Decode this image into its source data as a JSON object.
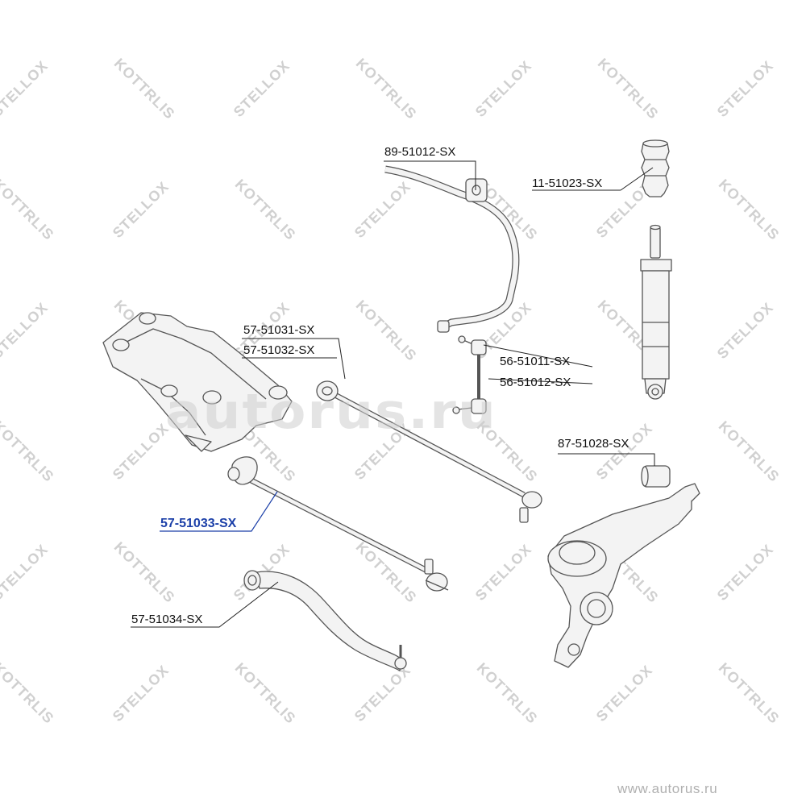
{
  "watermark": {
    "brand_a": "STELLOX",
    "brand_b": "KOTTRLIS",
    "overlay": "autorus.ru",
    "site": "www.autorus.ru"
  },
  "colors": {
    "highlight": "#1b3fa8",
    "part_fill": "#f2f2f2",
    "part_stroke": "#5a5a5a",
    "watermark": "#d0d0d0"
  },
  "labels": {
    "p_89_51012": "89-51012-SX",
    "p_11_51023": "11-51023-SX",
    "p_57_51031": "57-51031-SX",
    "p_57_51032": "57-51032-SX",
    "p_56_51011": "56-51011-SX",
    "p_56_51012": "56-51012-SX",
    "p_87_51028": "87-51028-SX",
    "p_57_51033": "57-51033-SX",
    "p_57_51034": "57-51034-SX"
  },
  "highlighted_part": "57-51033-SX"
}
